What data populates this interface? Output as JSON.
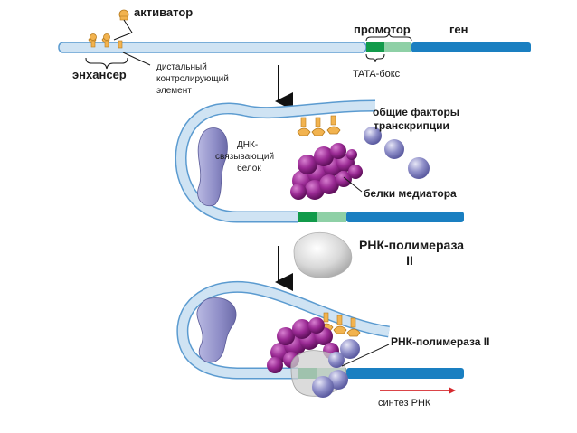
{
  "labels": {
    "activator": "активатор",
    "enhancer": "энхансер",
    "distal_1": "дистальный",
    "distal_2": "контролирующий",
    "distal_3": "элемент",
    "promoter": "промотор",
    "gene": "ген",
    "tata": "TATA-бокс",
    "gtf_1": "общие факторы",
    "gtf_2": "транскрипции",
    "dna_binding_1": "ДНК-",
    "dna_binding_2": "связывающий",
    "dna_binding_3": "белок",
    "mediator": "белки медиатора",
    "rnap_1": "РНК-полимераза",
    "rnap_2": "II",
    "rnap_bound": "РНК-полимераза II",
    "rna_synthesis": "синтез РНК"
  },
  "colors": {
    "dna_light": "#cfe3f3",
    "dna_outline": "#5b9bd0",
    "gene_blue": "#1a7fc1",
    "tata_green": "#119a4a",
    "promoter_green": "#8ed0a6",
    "activator_orange": "#f2b34f",
    "mediator_purple": "#8c1f86",
    "gtf_lavender": "#8e8ec8",
    "dna_binding_protein": "#8f8ec6",
    "polymerase_gray": "#d6d6d6",
    "rna_arrow": "#d6292e"
  }
}
